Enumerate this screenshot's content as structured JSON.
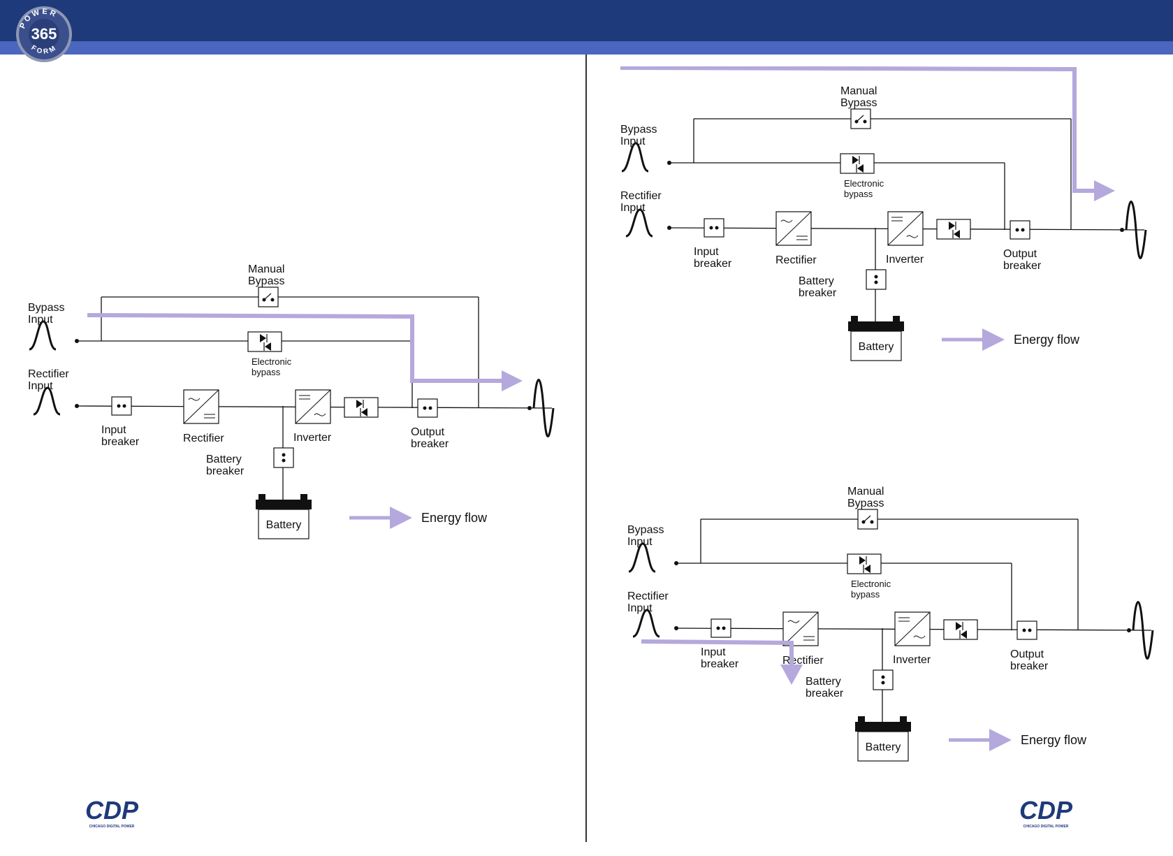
{
  "logo": {
    "top_text": "POWER",
    "number": "365",
    "bottom_text": "FORM"
  },
  "colors": {
    "header": "#1f3a7a",
    "header_stripe": "#4a66bd",
    "flow": "#b4a8dc",
    "brand": "#1f3a7a"
  },
  "labels": {
    "bypass_input": [
      "Bypass",
      "Input"
    ],
    "rectifier_input": [
      "Rectifier",
      "Input"
    ],
    "manual_bypass": [
      "Manual",
      "Bypass"
    ],
    "electronic_bypass": [
      "Electronic",
      "bypass"
    ],
    "input_breaker": [
      "Input",
      "breaker"
    ],
    "rectifier": "Rectifier",
    "inverter": "Inverter",
    "output_breaker": [
      "Output",
      "breaker"
    ],
    "battery_breaker": [
      "Battery",
      "breaker"
    ],
    "battery": "Battery",
    "energy_flow": "Energy flow"
  },
  "panels": [
    {
      "id": "left",
      "flow": "electronic-bypass"
    },
    {
      "id": "top-right",
      "flow": "manual-bypass"
    },
    {
      "id": "bottom-right",
      "flow": "battery-charge"
    }
  ],
  "brand": {
    "name": "CDP",
    "sub": "CHICAGO DIGITAL POWER"
  }
}
